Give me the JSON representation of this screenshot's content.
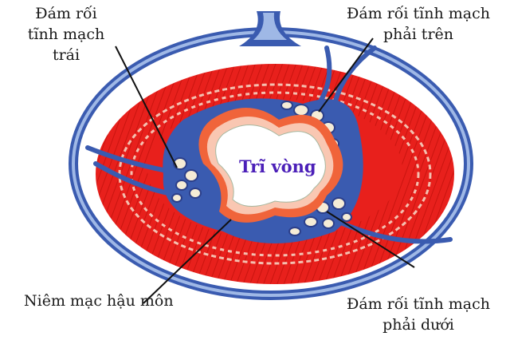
{
  "diagram": {
    "type": "anatomical cross-section",
    "center_label": "Trĩ vòng",
    "labels": {
      "left_plexus": [
        "Đám rối",
        "tĩnh mạch",
        "trái"
      ],
      "right_upper_plexus": [
        "Đám rối tĩnh mạch",
        "phải trên"
      ],
      "anal_mucosa": [
        "Niêm mạc hậu môn"
      ],
      "right_lower_plexus": [
        "Đám rối tĩnh mạch",
        "phải dưới"
      ]
    },
    "colors": {
      "muscle_red": "#e8201c",
      "vein_blue": "#3a5bb0",
      "vein_light": "#9fb8e6",
      "mucosa_orange": "#f0643a",
      "center_text": "#4b1fb8",
      "label_text": "#1a1a1a",
      "background": "#ffffff"
    }
  }
}
